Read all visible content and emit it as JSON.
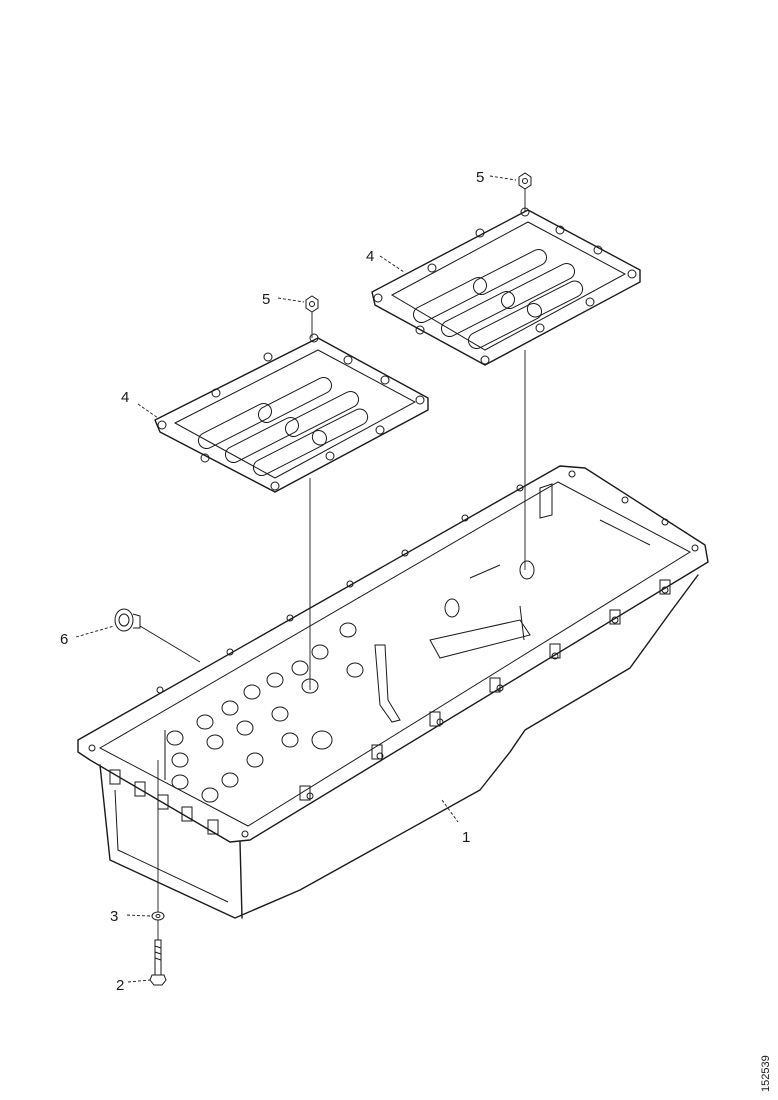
{
  "callouts": {
    "oil_pan": "1",
    "bolt": "2",
    "washer": "3",
    "cover_plate_left": "4",
    "cover_plate_right": "4",
    "nut_left": "5",
    "nut_right": "5",
    "drain_plug": "6"
  },
  "document_number": "152539"
}
